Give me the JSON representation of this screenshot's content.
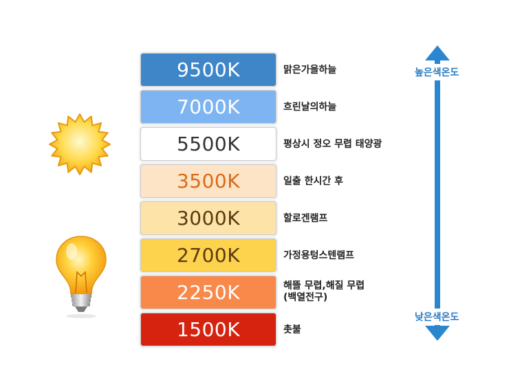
{
  "rows": [
    {
      "kelvin": "9500K",
      "description": "맑은가을하늘",
      "fill": "#3f86c9",
      "text_color": "#ffffff"
    },
    {
      "kelvin": "7000K",
      "description": "흐린날의하늘",
      "fill": "#7db4f1",
      "text_color": "#ffffff"
    },
    {
      "kelvin": "5500K",
      "description": "평상시 정오 무렵 태양광",
      "fill": "#ffffff",
      "text_color": "#333333"
    },
    {
      "kelvin": "3500K",
      "description": "일출 한시간 후",
      "fill": "#fde4c6",
      "text_color": "#d86b1a"
    },
    {
      "kelvin": "3000K",
      "description": "할로겐램프",
      "fill": "#fde3a8",
      "text_color": "#5a3a12"
    },
    {
      "kelvin": "2700K",
      "description": "가정용텅스텐램프",
      "fill": "#fdd24c",
      "text_color": "#5a3a12"
    },
    {
      "kelvin": "2250K",
      "description": "해뜰 무렵,해질 무렵",
      "description_line2": "(백열전구)",
      "fill": "#f8894a",
      "text_color": "#ffffff"
    },
    {
      "kelvin": "1500K",
      "description": "촛불",
      "fill": "#d52310",
      "text_color": "#ffffff"
    }
  ],
  "scale": {
    "high_label": "높은색온도",
    "low_label": "낮은색온도",
    "arrow_color": "#2a86cf"
  },
  "icons": {
    "sun": "sun-icon",
    "bulb": "light-bulb-icon"
  }
}
